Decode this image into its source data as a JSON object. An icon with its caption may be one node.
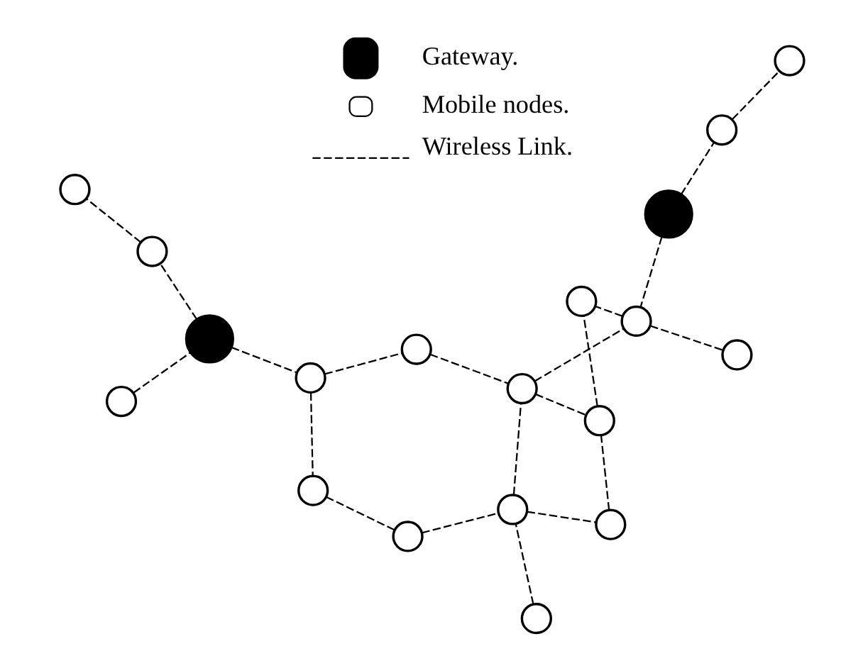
{
  "diagram": {
    "nodes": [
      {
        "text": [],
        "shape": "circle"
      },
      {
        "text": [],
        "shape": "circle"
      },
      {
        "text": [],
        "shape": "circle"
      },
      {
        "text": [],
        "shape": "circle"
      },
      {
        "text": [],
        "shape": "circle"
      },
      {
        "text": [],
        "shape": "circle"
      },
      {
        "text": [],
        "shape": "circle"
      },
      {
        "text": [],
        "shape": "circle"
      },
      {
        "text": [],
        "shape": "circle"
      },
      {
        "text": [],
        "shape": "circle"
      },
      {
        "text": [],
        "shape": "circle"
      },
      {
        "text": [],
        "shape": "circle"
      },
      {
        "text": [],
        "shape": "circle"
      },
      {
        "text": [],
        "shape": "circle"
      },
      {
        "text": [],
        "shape": "circle"
      },
      {
        "text": [],
        "shape": "circle"
      },
      {
        "text": [],
        "shape": "circle"
      },
      {
        "text": [],
        "shape": "circle"
      },
      {
        "text": [],
        "shape": "circle"
      }
    ],
    "edges": [
      {
        "from": 2,
        "to": 0,
        "arrow": "none",
        "style": "dashed"
      },
      {
        "from": 0,
        "to": 3,
        "arrow": "none",
        "style": "dashed"
      },
      {
        "from": 3,
        "to": 4,
        "arrow": "none",
        "style": "dashed"
      },
      {
        "from": 0,
        "to": 6,
        "arrow": "none",
        "style": "dashed"
      },
      {
        "from": 6,
        "to": 7,
        "arrow": "none",
        "style": "dashed"
      },
      {
        "from": 6,
        "to": 13,
        "arrow": "none",
        "style": "dashed"
      },
      {
        "from": 13,
        "to": 10,
        "arrow": "none",
        "style": "dashed"
      },
      {
        "from": 10,
        "to": 14,
        "arrow": "none",
        "style": "dashed"
      },
      {
        "from": 7,
        "to": 11,
        "arrow": "none",
        "style": "dashed"
      },
      {
        "from": 11,
        "to": 9,
        "arrow": "none",
        "style": "dashed"
      },
      {
        "from": 11,
        "to": 15,
        "arrow": "none",
        "style": "dashed"
      },
      {
        "from": 14,
        "to": 11,
        "arrow": "none",
        "style": "dashed"
      },
      {
        "from": 16,
        "to": 14,
        "arrow": "none",
        "style": "dashed"
      },
      {
        "from": 14,
        "to": 18,
        "arrow": "none",
        "style": "dashed"
      },
      {
        "from": 18,
        "to": 15,
        "arrow": "none",
        "style": "dashed"
      },
      {
        "from": 15,
        "to": 17,
        "arrow": "none",
        "style": "dashed"
      },
      {
        "from": 1,
        "to": 9,
        "arrow": "none",
        "style": "dashed"
      },
      {
        "from": 1,
        "to": 5,
        "arrow": "none",
        "style": "dashed"
      },
      {
        "from": 5,
        "to": 8,
        "arrow": "none",
        "style": "dashed"
      },
      {
        "from": 9,
        "to": 12,
        "arrow": "none",
        "style": "dashed"
      },
      {
        "from": 9,
        "to": 17,
        "arrow": "none",
        "style": "dashed"
      }
    ],
    "legend": [
      {
        "text": "Gateway."
      },
      {
        "text": "Mobile nodes."
      },
      {
        "text": "Wireless Link."
      }
    ]
  }
}
